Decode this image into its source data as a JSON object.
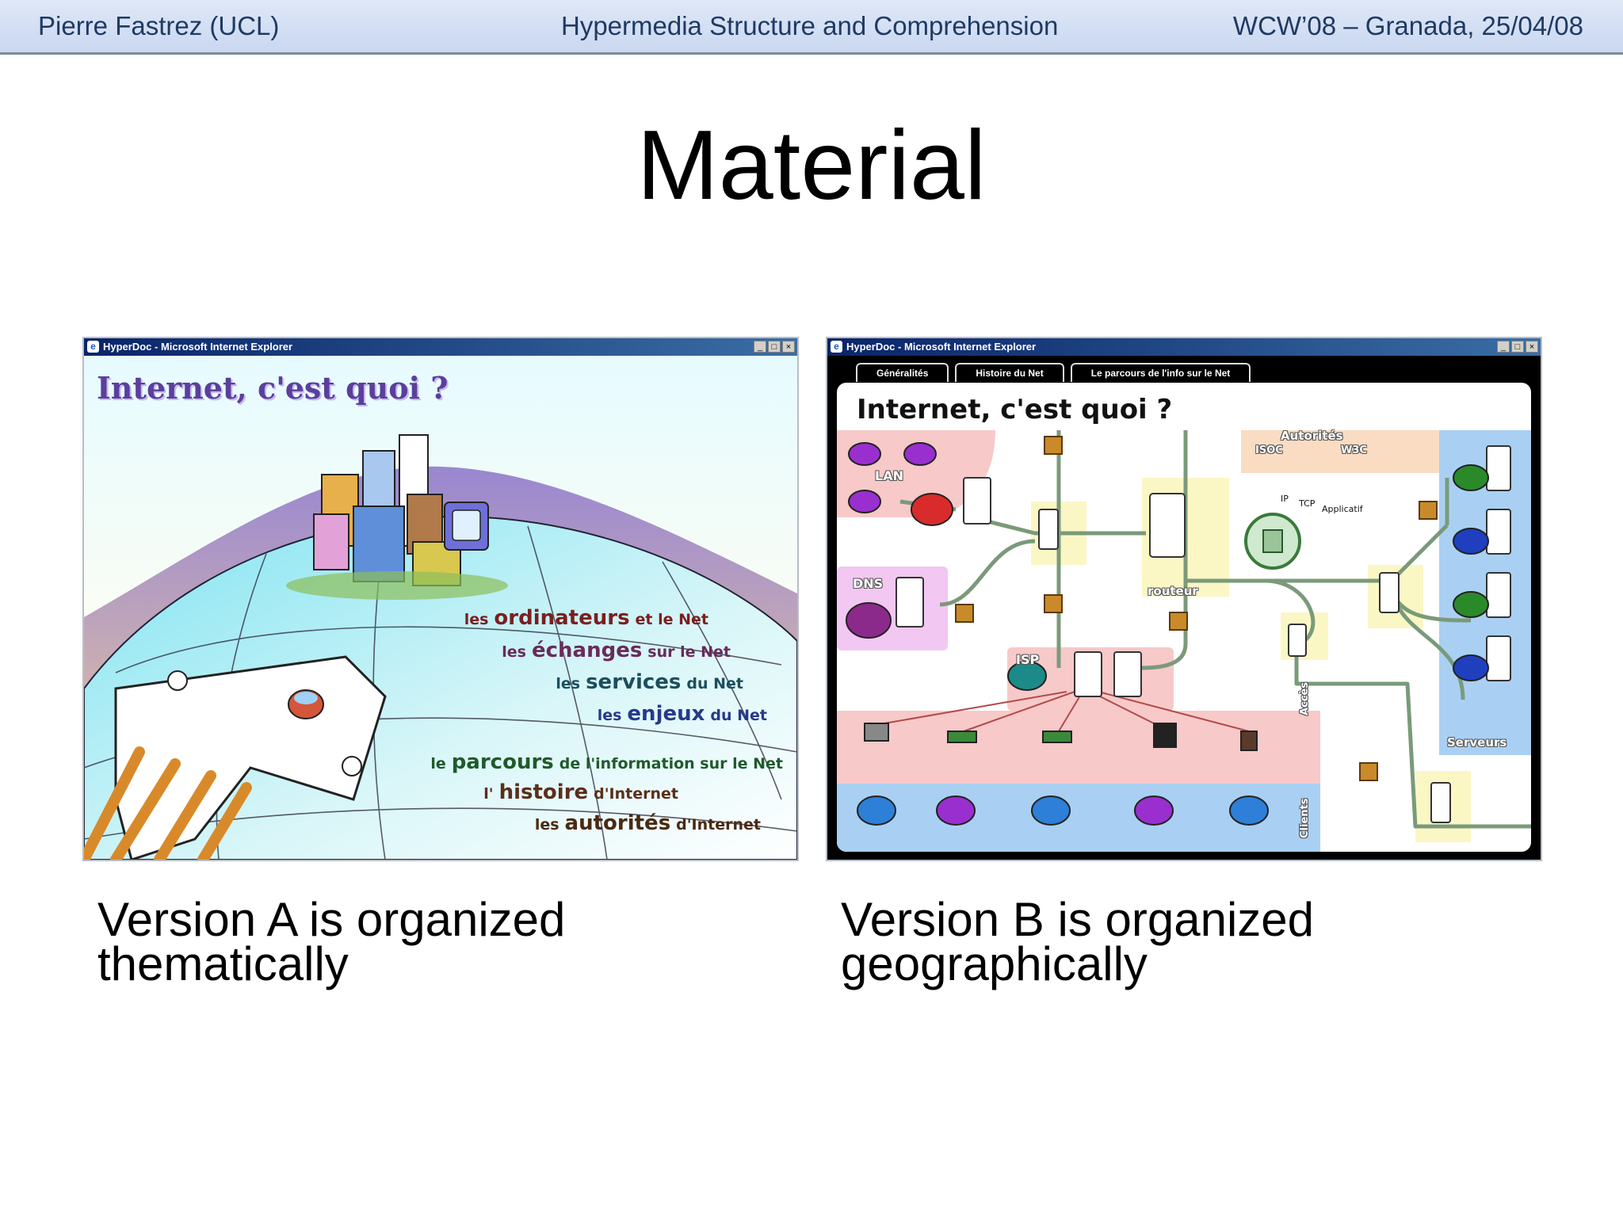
{
  "header": {
    "left": "Pierre Fastrez (UCL)",
    "center": "Hypermedia Structure and Comprehension",
    "right": "WCW’08 – Granada, 25/04/08"
  },
  "slide_title": "Material",
  "window_title": "HyperDoc - Microsoft Internet Explorer",
  "window_controls": [
    "_",
    "□",
    "×"
  ],
  "version_a": {
    "heading": "Internet, c'est quoi ?",
    "links": [
      {
        "pre": "les",
        "key": "ordinateurs",
        "post": "et le Net"
      },
      {
        "pre": "les",
        "key": "échanges",
        "post": "sur le Net"
      },
      {
        "pre": "les",
        "key": "services",
        "post": "du Net"
      },
      {
        "pre": "les",
        "key": "enjeux",
        "post": "du Net"
      },
      {
        "pre": "le",
        "key": "parcours",
        "post": "de l'information sur le Net"
      },
      {
        "pre": "l'",
        "key": "histoire",
        "post": "d'Internet"
      },
      {
        "pre": "les",
        "key": "autorités",
        "post": "d'Internet"
      }
    ],
    "caption_line1": "Version A is organized",
    "caption_line2": "thematically"
  },
  "version_b": {
    "tabs": [
      "Généralités",
      "Histoire du Net",
      "Le parcours de l'info sur le Net"
    ],
    "heading": "Internet, c'est quoi ?",
    "labels": {
      "lan": "LAN",
      "dns": "DNS",
      "isp": "ISP",
      "routeur": "routeur",
      "autorites": "Autorités",
      "isoc": "ISOC",
      "w3c": "W3C",
      "serveurs": "Serveurs",
      "acces": "Accès",
      "clients": "Clients",
      "ip": "IP",
      "tcp": "TCP",
      "applicatif": "Applicatif"
    },
    "caption_line1": "Version B is organized",
    "caption_line2": "geographically"
  }
}
